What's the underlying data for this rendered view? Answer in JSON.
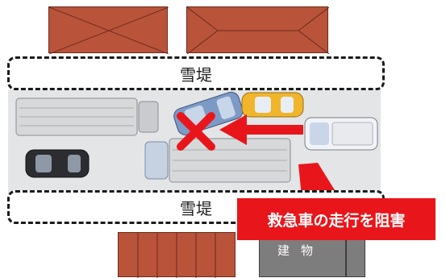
{
  "snowbank": {
    "top_label": "雪堤",
    "bottom_label": "雪堤"
  },
  "building": {
    "label": "建物"
  },
  "callout": {
    "text": "救急車の走行を阻害"
  },
  "colors": {
    "roof": "#b9533a",
    "road": "#e4e5e7",
    "callout": "#e8161b",
    "blocked_x": "#e8161b"
  },
  "icons": [
    "blocked-x-icon",
    "arrow-left-icon"
  ]
}
